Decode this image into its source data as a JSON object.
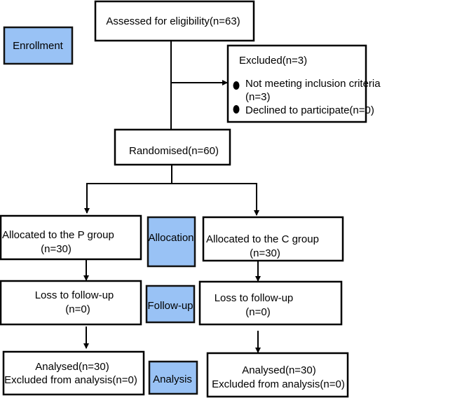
{
  "stages": {
    "enrollment": "Enrollment",
    "allocation": "Allocation",
    "follow_up": "Follow-up",
    "analysis": "Analysis"
  },
  "assessed": "Assessed for eligibility(n=63)",
  "excluded": {
    "title": "Excluded(n=3)",
    "items": [
      {
        "line1": "Not meeting inclusion criteria",
        "line2": "(n=3)"
      },
      {
        "line1": "Declined to participate(n=0)"
      }
    ]
  },
  "randomised": "Randomised(n=60)",
  "p_group": {
    "allocated": {
      "line1": "Allocated to the P group",
      "line2": "(n=30)"
    },
    "loss": {
      "line1": "Loss to follow-up",
      "line2": "(n=0)"
    },
    "analysed": {
      "line1": "Analysed(n=30)",
      "line2": "Excluded from analysis(n=0)"
    }
  },
  "c_group": {
    "allocated": {
      "line1": "Allocated to the C group",
      "line2": "(n=30)"
    },
    "loss": {
      "line1": "Loss to follow-up",
      "line2": "(n=0)"
    },
    "analysed": {
      "line1": "Analysed(n=30)",
      "line2": "Excluded from analysis(n=0)"
    }
  },
  "colors": {
    "stage_fill": "#99c2f5"
  }
}
